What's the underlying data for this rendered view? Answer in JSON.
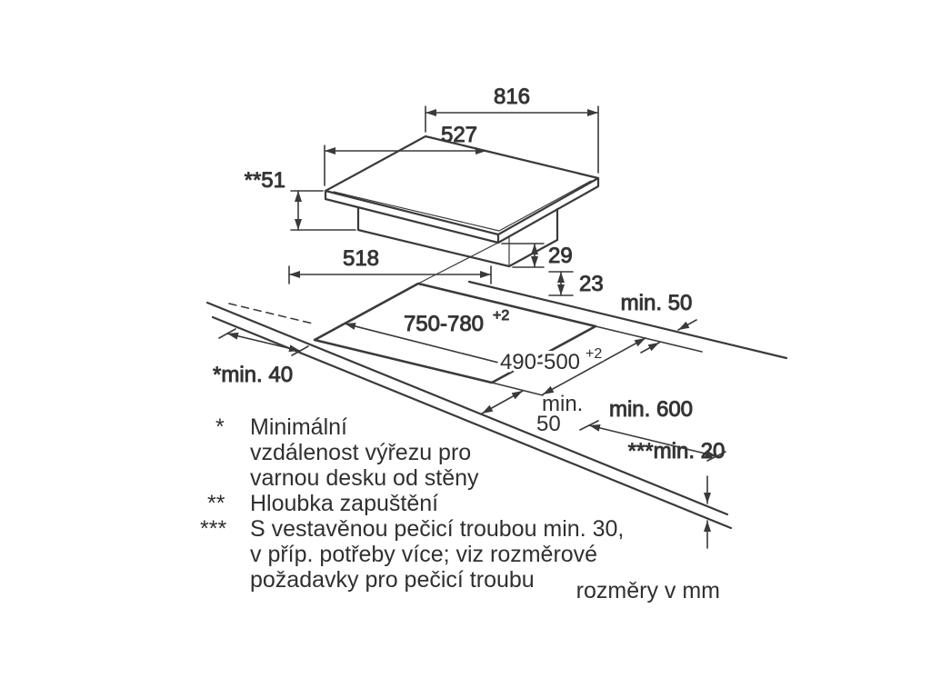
{
  "dims": {
    "hob_width": "816",
    "hob_depth": "527",
    "recess_depth": "**51",
    "base_width": "518",
    "edge_height": "29",
    "base_height": "23",
    "back_clearance": "min. 50",
    "cutout_width": "750-780",
    "cutout_width_tolerance": "+2",
    "cutout_depth": "490-500",
    "cutout_depth_tolerance": "+2",
    "front_clearance_word": "min.",
    "front_clearance_value": "50",
    "worktop_depth": "min. 600",
    "side_clearance": "*min. 40",
    "oven_clearance": "***min. 20"
  },
  "legend": {
    "items": [
      {
        "symbol": "*",
        "lines": [
          "Minimální",
          "vzdálenost výřezu pro",
          "varnou desku od stěny"
        ]
      },
      {
        "symbol": "**",
        "lines": [
          "Hloubka zapuštění"
        ]
      },
      {
        "symbol": "***",
        "lines": [
          "S vestavěnou pečicí troubou min. 30,",
          "v příp. potřeby více; viz rozměrové",
          "požadavky pro pečicí troubu"
        ]
      }
    ]
  },
  "footer": {
    "units_note": "rozměry v mm"
  }
}
